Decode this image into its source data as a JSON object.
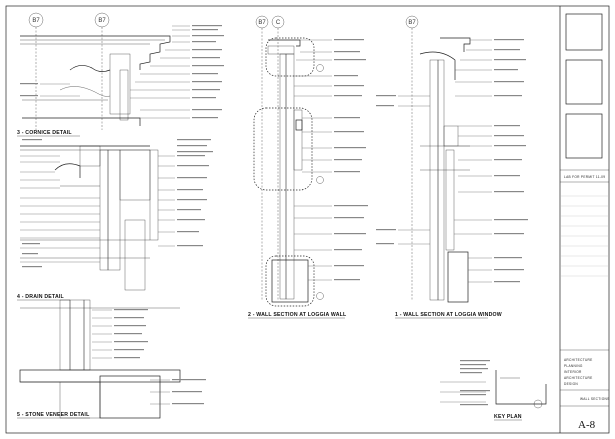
{
  "details": {
    "cornice": {
      "title": "3 - CORNICE DETAIL"
    },
    "drain": {
      "title": "4 - DRAIN DETAIL"
    },
    "stone_veneer": {
      "title": "5 - STONE VENEER DETAIL"
    },
    "loggia_wall": {
      "title": "2 - WALL SECTION AT LOGGIA WALL"
    },
    "loggia_window": {
      "title": "1 - WALL SECTION AT LOGGIA WINDOW"
    }
  },
  "grid_bubbles": [
    "B7",
    "B7",
    "B7",
    "C",
    "B7"
  ],
  "key_plan": {
    "title": "KEY PLAN"
  },
  "title_block": {
    "status": "LAB FOR PERMIT 11-09",
    "firm_lines": [
      "ARCHITECTURE",
      "PLANNING",
      "INTERIOR",
      "ARCHITECTURE",
      "DESIGN"
    ],
    "sheet_title": "WALL SECTIONS",
    "sheet_number": "A-8"
  },
  "colors": {
    "ink": "#222222",
    "paper": "#ffffff",
    "hatch": "#666666"
  }
}
